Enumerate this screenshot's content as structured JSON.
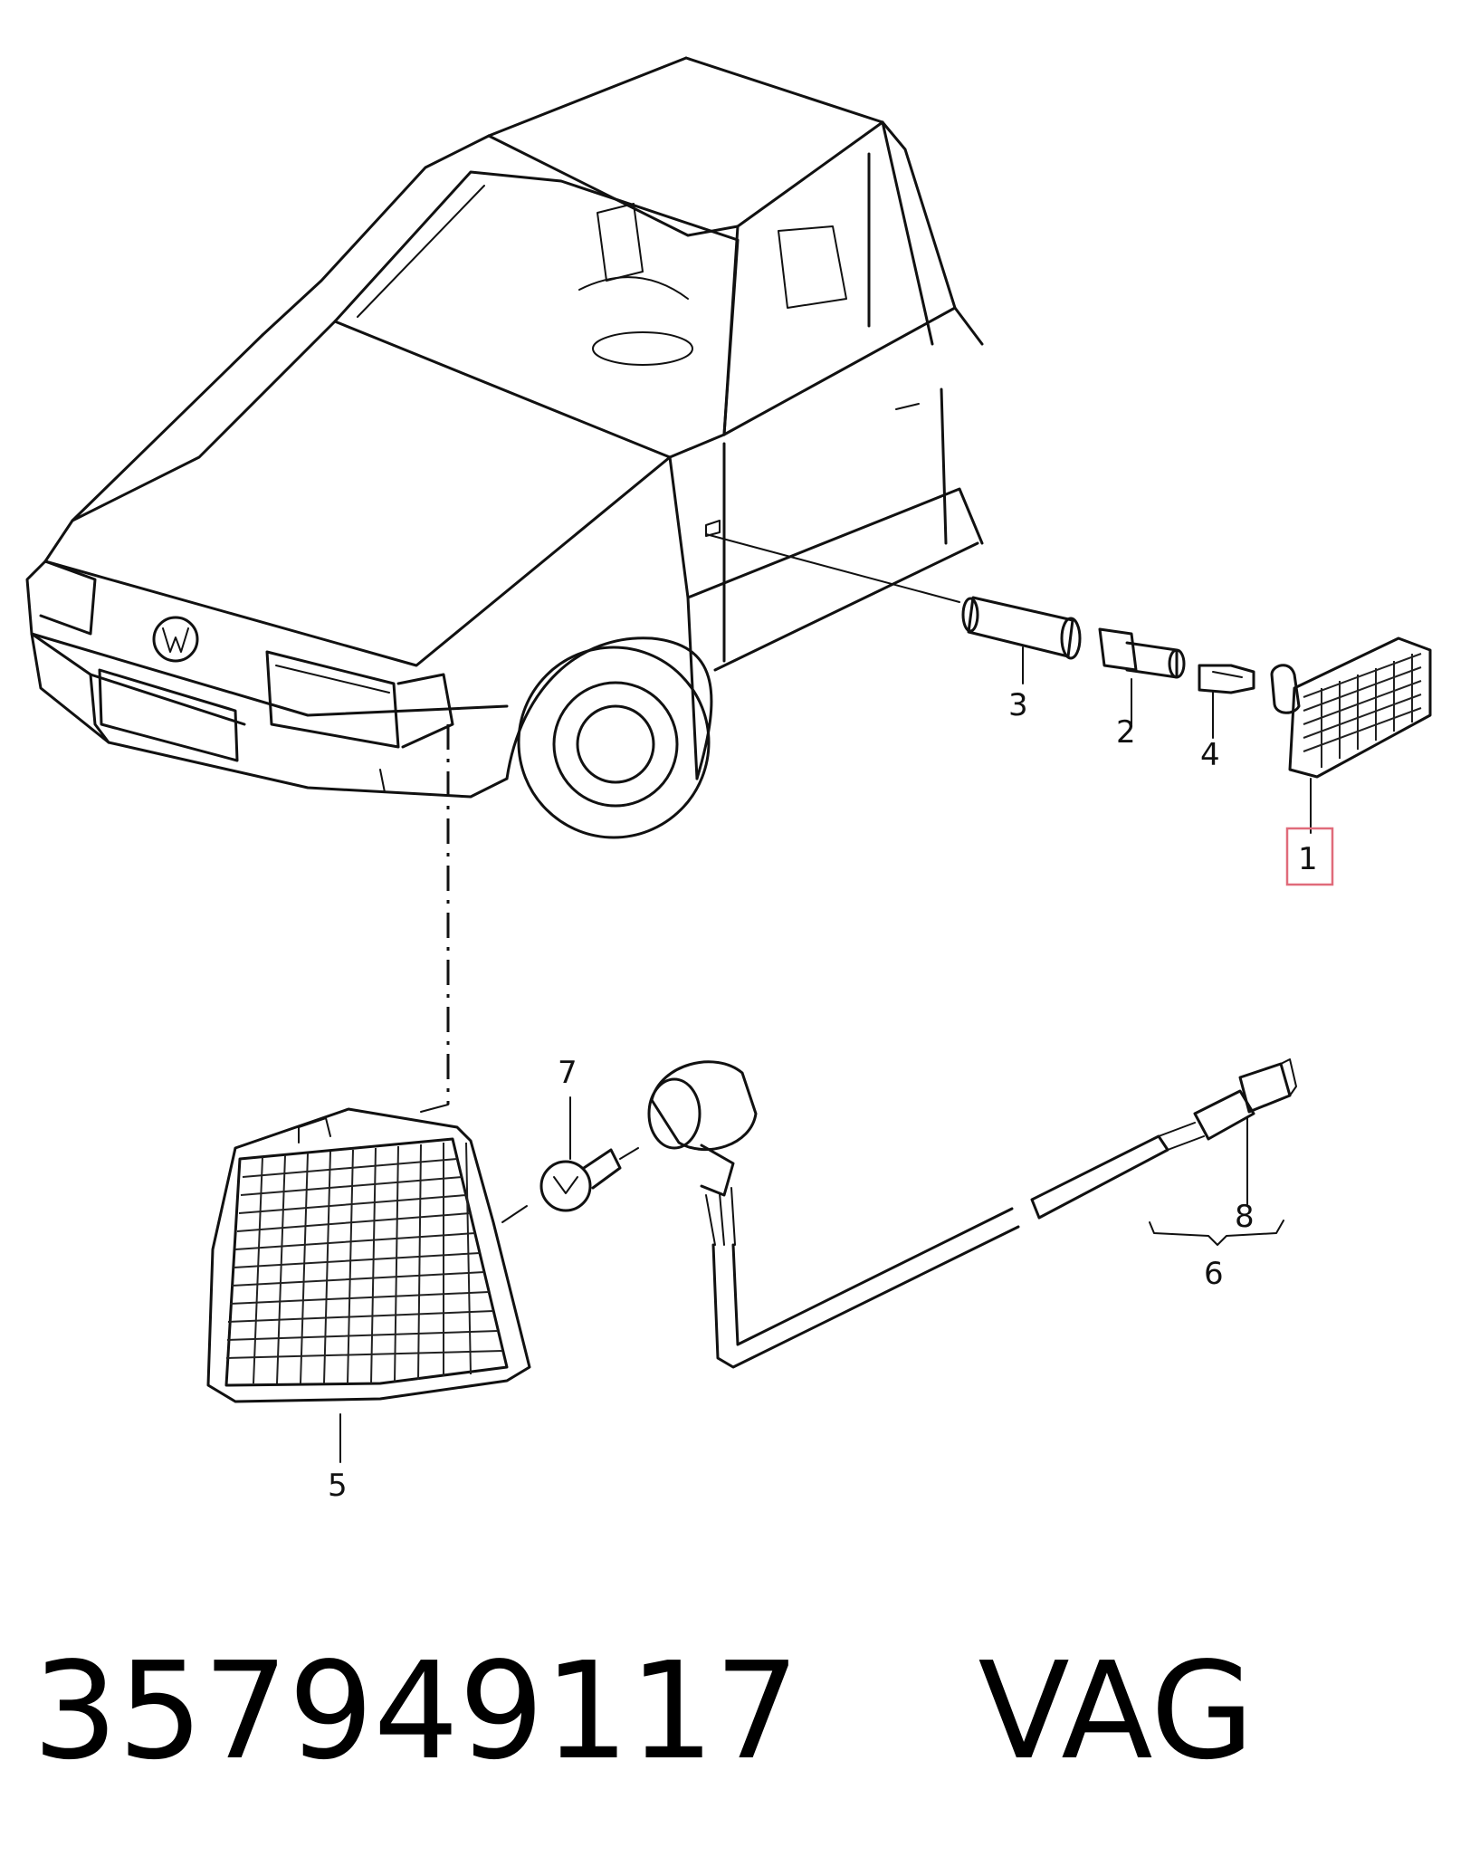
{
  "callouts": [
    {
      "id": "1",
      "label": "1",
      "highlighted": true
    },
    {
      "id": "2",
      "label": "2"
    },
    {
      "id": "3",
      "label": "3"
    },
    {
      "id": "4",
      "label": "4"
    },
    {
      "id": "5",
      "label": "5"
    },
    {
      "id": "6",
      "label": "6"
    },
    {
      "id": "7",
      "label": "7"
    },
    {
      "id": "8",
      "label": "8"
    }
  ],
  "caption": {
    "part_number": "357949117",
    "brand": "VAG"
  },
  "colors": {
    "line": "#111111",
    "highlight_box": "#e06b7a",
    "background": "#ffffff"
  }
}
